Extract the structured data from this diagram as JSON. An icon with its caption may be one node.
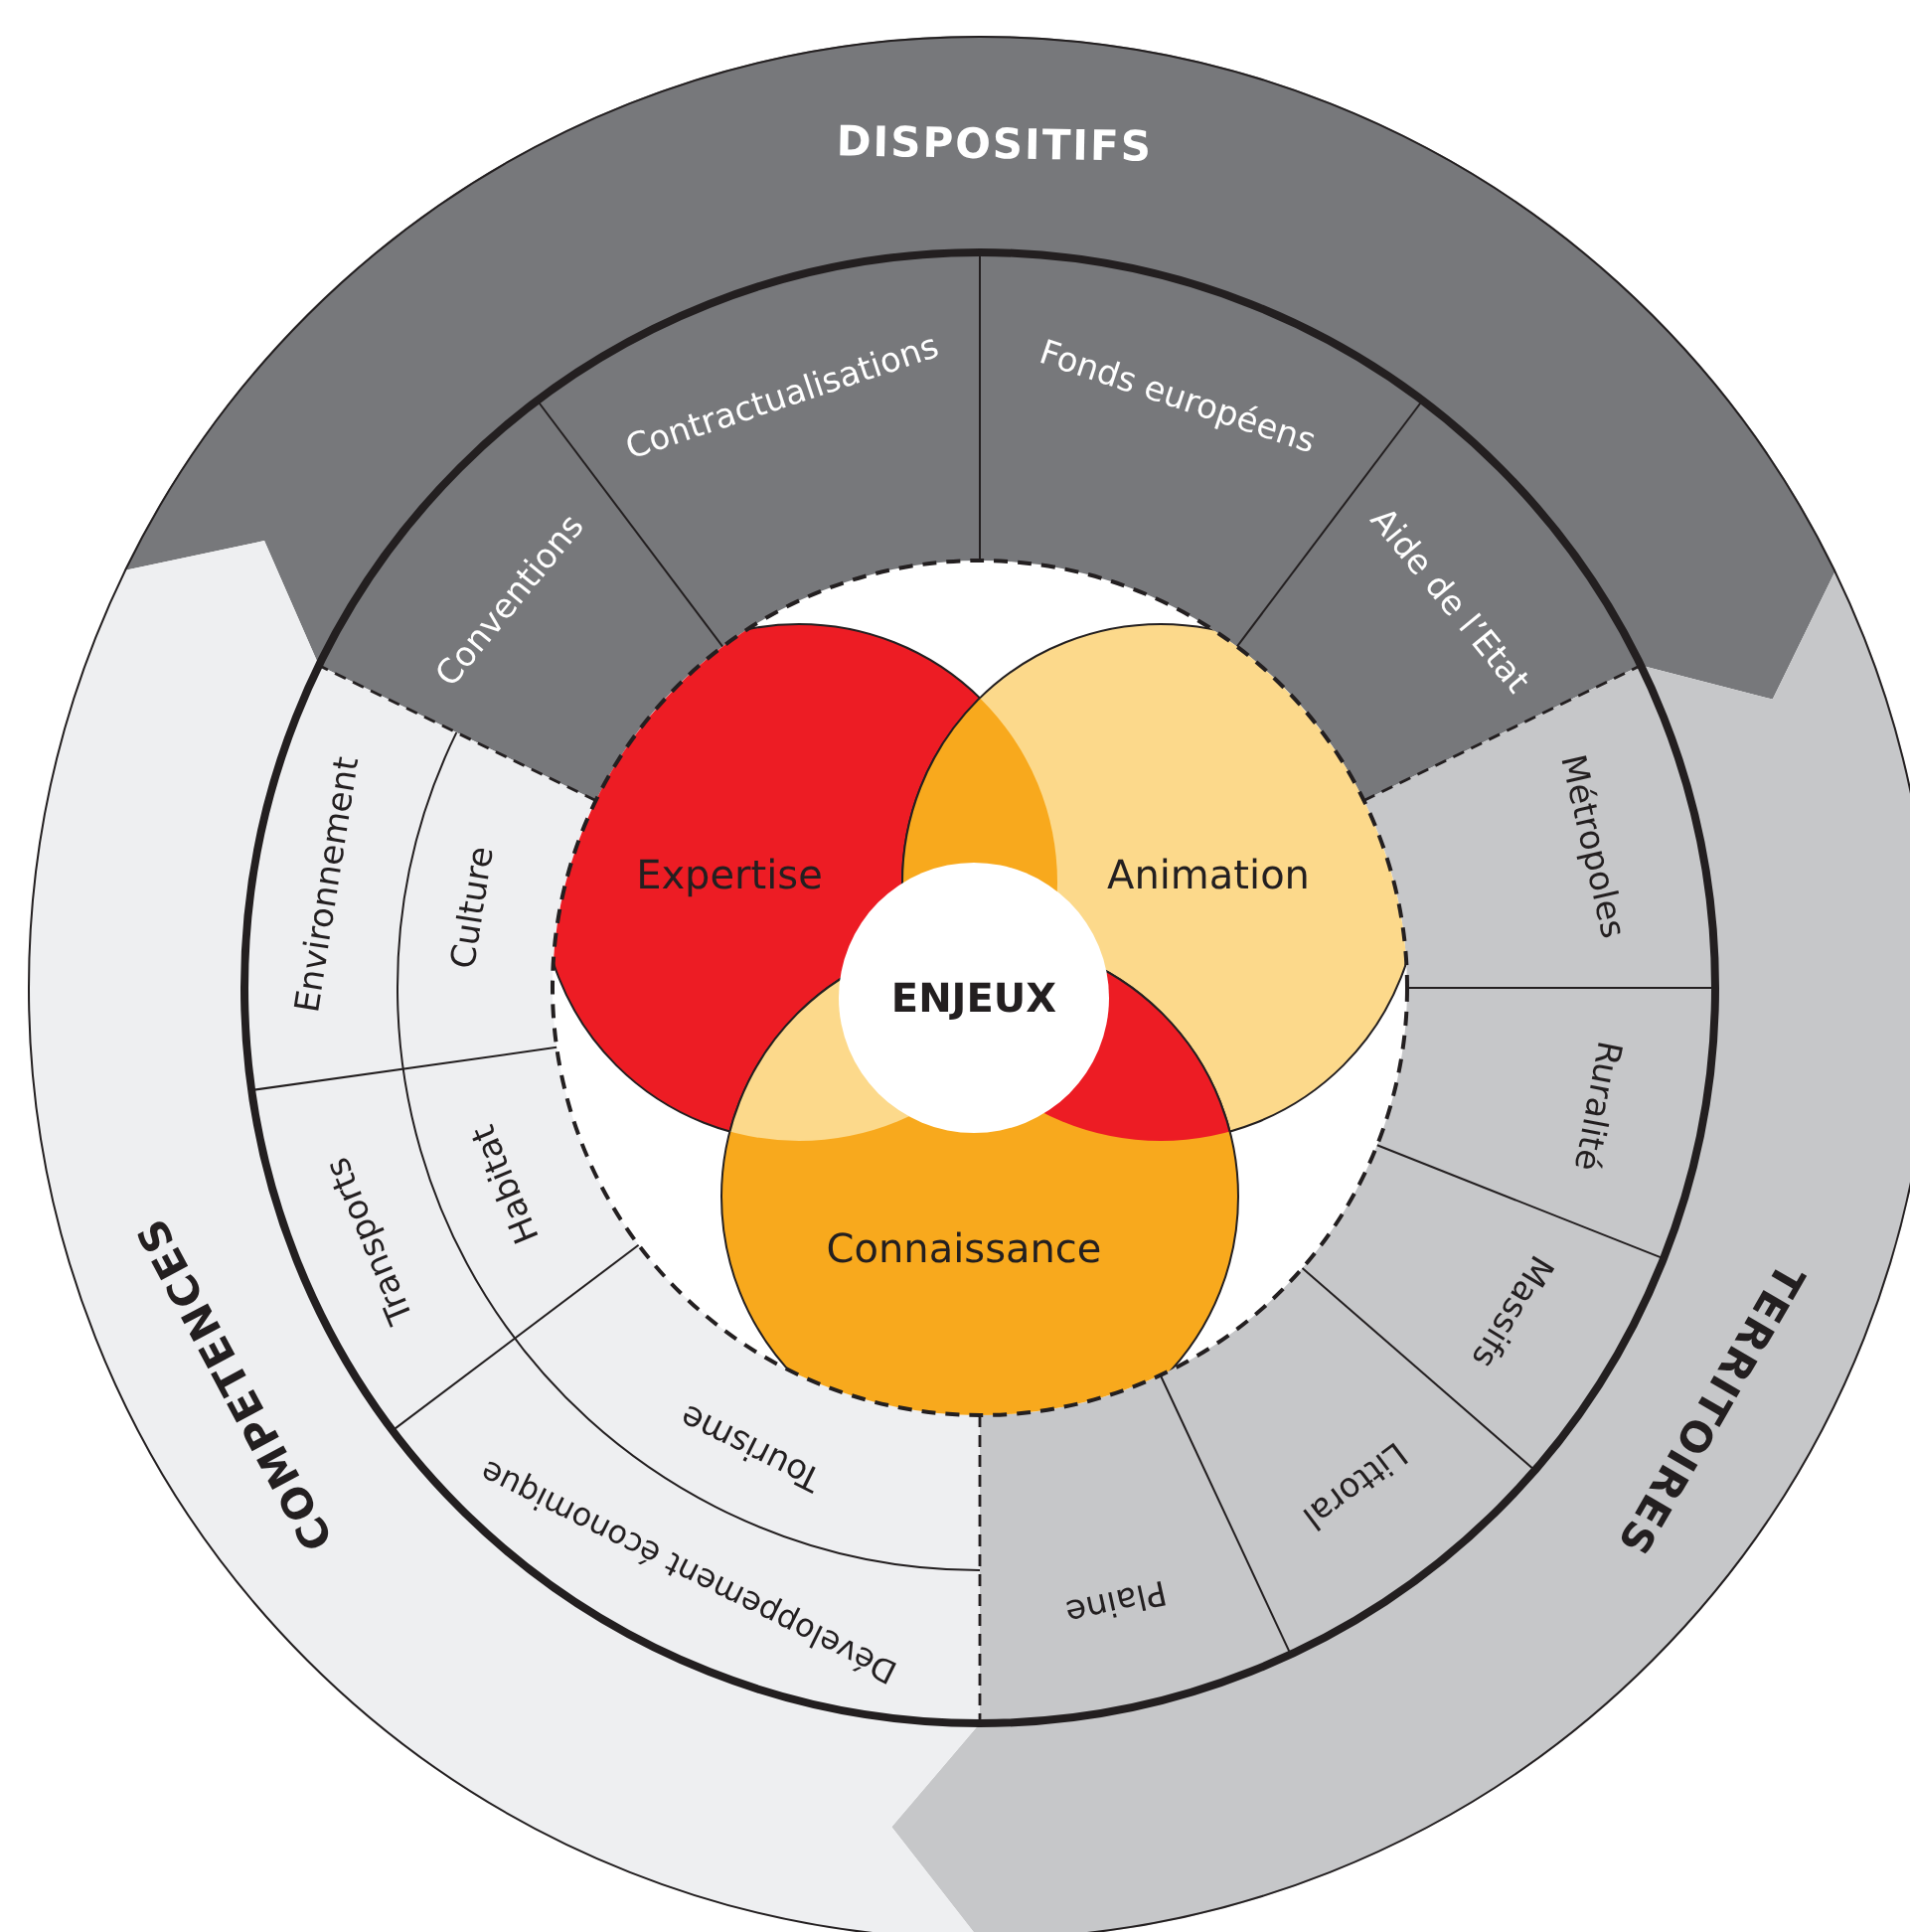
{
  "diagram": {
    "nodes": [
      {
        "text": [
          "DISPOSITIFS"
        ]
      },
      {
        "text": [
          "TERRITOIRES"
        ]
      },
      {
        "text": [
          "COMPETENCES"
        ]
      },
      {
        "text": [
          "Conventions"
        ]
      },
      {
        "text": [
          "Contractualisations"
        ]
      },
      {
        "text": [
          "Fonds européens"
        ]
      },
      {
        "text": [
          "Aide de l’Etat"
        ]
      },
      {
        "text": [
          "Métropoles"
        ]
      },
      {
        "text": [
          "Ruralité"
        ]
      },
      {
        "text": [
          "Massifs"
        ]
      },
      {
        "text": [
          "Littoral"
        ]
      },
      {
        "text": [
          "Plaine"
        ]
      },
      {
        "text": [
          "Environnement"
        ]
      },
      {
        "text": [
          "Culture"
        ]
      },
      {
        "text": [
          "Transports"
        ]
      },
      {
        "text": [
          "Habitat"
        ]
      },
      {
        "text": [
          "Développement économique"
        ]
      },
      {
        "text": [
          "Tourisme"
        ]
      },
      {
        "text": [
          "Expertise"
        ]
      },
      {
        "text": [
          "Animation"
        ]
      },
      {
        "text": [
          "Connaissance"
        ]
      },
      {
        "text": [
          "ENJEUX"
        ]
      },
      {
        "text": [],
        "shape": "lens"
      },
      {
        "text": [],
        "shape": "lens"
      },
      {
        "text": [],
        "shape": "lens"
      }
    ]
  }
}
